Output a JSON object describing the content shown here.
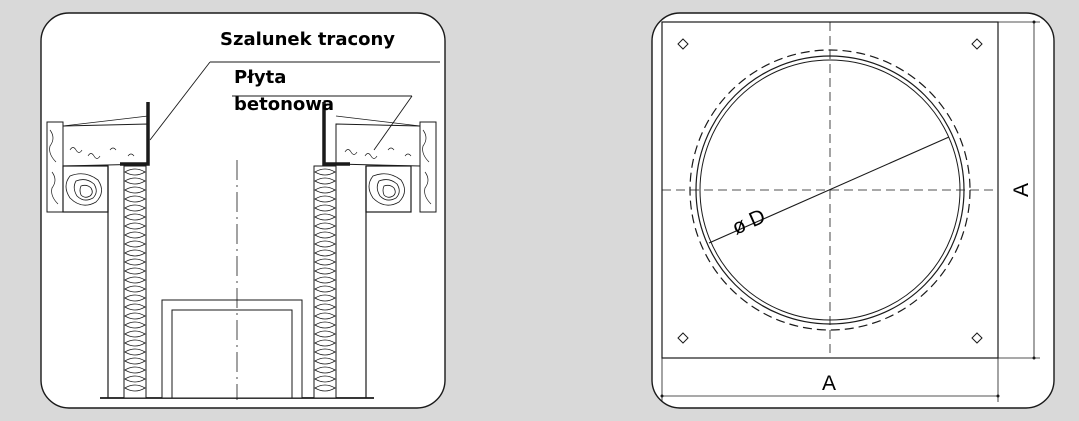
{
  "left_panel": {
    "label_formwork": "Szalunek tracony",
    "label_slab_line1": "Płyta",
    "label_slab_line2": "betonowa"
  },
  "right_panel": {
    "diameter_label": "ø D",
    "width_label": "A",
    "height_label": "A"
  },
  "colors": {
    "background": "#d9d9d9",
    "panel": "#ffffff",
    "stroke": "#1a1a1a",
    "wood": "#ffffff"
  }
}
